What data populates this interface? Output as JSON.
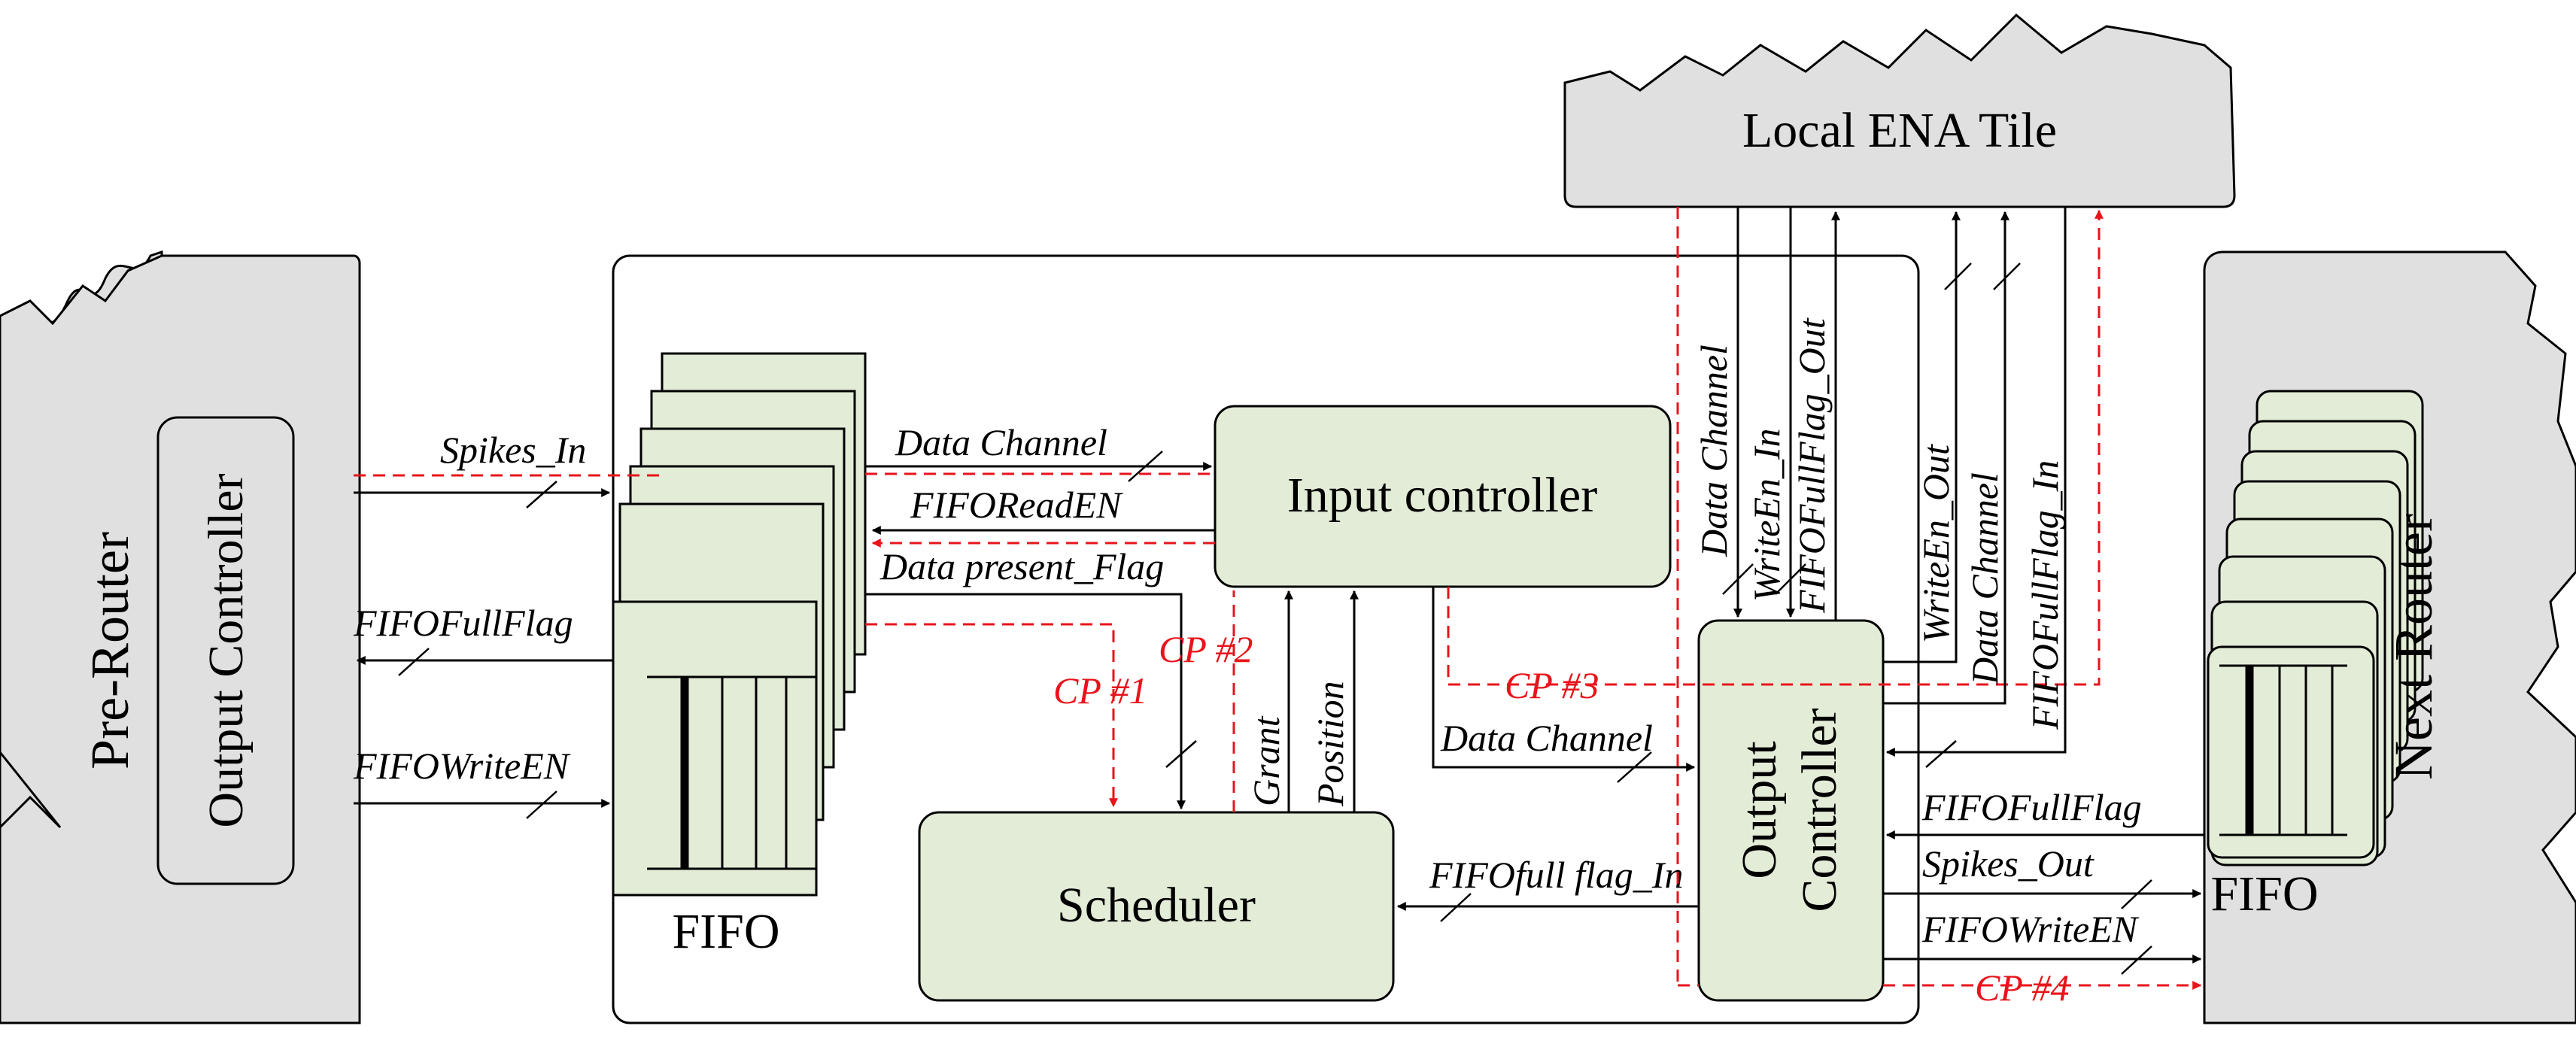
{
  "blocks": {
    "pre_router": "Pre-Router",
    "pre_output_controller": "Output Controller",
    "fifo_in": "FIFO",
    "input_controller": "Input controller",
    "scheduler": "Scheduler",
    "output_controller_line1": "Output",
    "output_controller_line2": "Controller",
    "local_ena_tile": "Local ENA Tile",
    "next_router": "Next Router",
    "fifo_out": "FIFO"
  },
  "signals": {
    "spikes_in": "Spikes_In",
    "fifo_full_flag_left": "FIFOFullFlag",
    "fifo_write_en_left": "FIFOWriteEN",
    "data_channel_top": "Data Channel",
    "fifo_read_en": "FIFOReadEN",
    "data_present_flag": "Data present_Flag",
    "grant": "Grant",
    "position": "Position",
    "data_channel_mid": "Data Channel",
    "fifo_full_flag_in": "FIFOfull flag_In",
    "local_data_channel": "Data Channel",
    "local_write_en_in": "WriteEn_In",
    "local_fifo_full_flag_out": "FIFOFullFlag_Out",
    "local_write_en_out": "WriteEn_Out",
    "local_data_channel_2": "Data Channel",
    "local_fifo_full_flag_in": "FIFOFullFlag_In",
    "fifo_full_flag_right": "FIFOFullFlag",
    "spikes_out": "Spikes_Out",
    "fifo_write_en_right": "FIFOWriteEN"
  },
  "checkpoints": {
    "cp1": "CP #1",
    "cp2": "CP #2",
    "cp3": "CP #3",
    "cp4": "CP #4"
  },
  "colors": {
    "block_fill": "#e3ecd7",
    "router_fill": "#e0e0e0",
    "checkpoint_red": "#e8141b"
  }
}
